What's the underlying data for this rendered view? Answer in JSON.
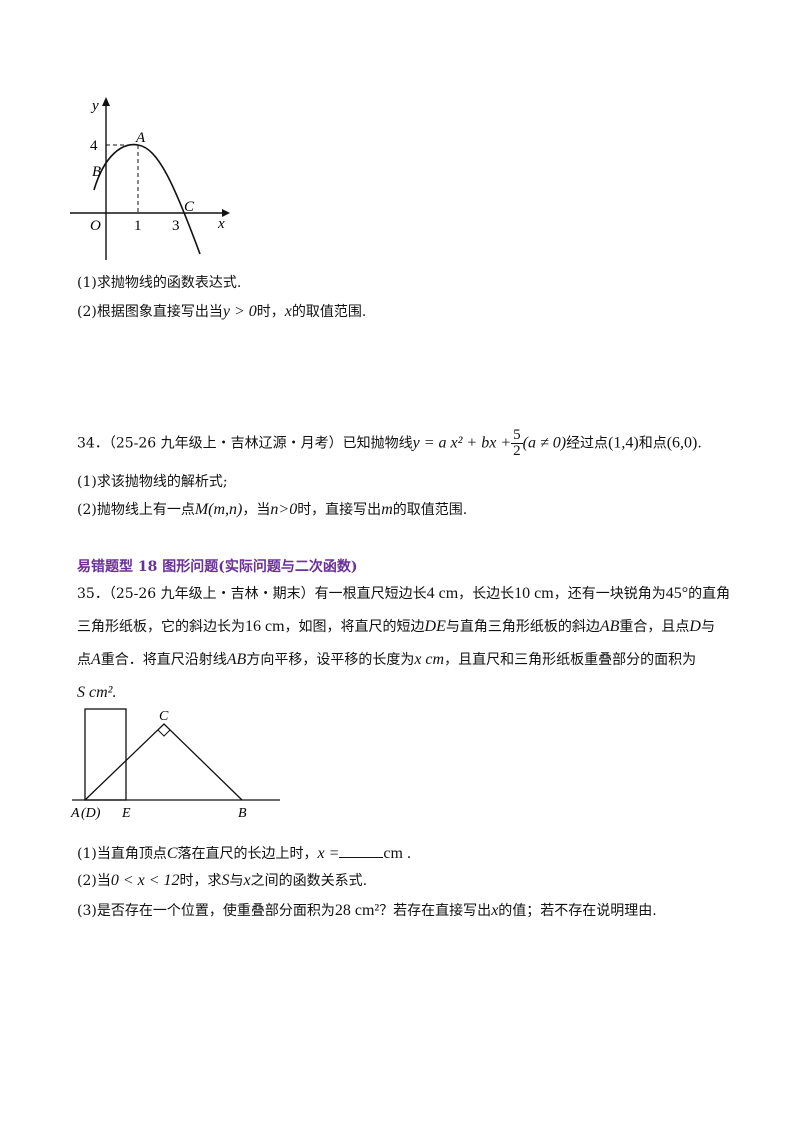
{
  "graph1": {
    "y_axis": "y",
    "x_axis": "x",
    "origin": "O",
    "point_a": "A",
    "point_b": "B",
    "point_c": "C",
    "tick_y4": "4",
    "tick_x1": "1",
    "tick_x3": "3"
  },
  "q33": {
    "part1": "(1)求抛物线的函数表达式.",
    "part2_pre": "(2)根据图象直接写出当",
    "part2_math": "y > 0",
    "part2_post": "时，",
    "part2_x": "x",
    "part2_end": "的取值范围."
  },
  "q34": {
    "prefix": "34．（25-26 九年级上・吉林辽源・月考）已知抛物线",
    "eq_pre": "y = a x² + bx +",
    "frac_num": "5",
    "frac_den": "2",
    "cond": "(a ≠ 0)",
    "mid": "经过点",
    "p1": "(1,4)",
    "and": "和点",
    "p2": "(6,0)",
    "end": ".",
    "part1": "(1)求该抛物线的解析式;",
    "part2_pre": "(2)抛物线上有一点",
    "part2_m": "M(m,n)",
    "part2_mid": "，当",
    "part2_cond": "n>0",
    "part2_mid2": "时，直接写出",
    "part2_var": "m",
    "part2_end": "的取值范围."
  },
  "heading": "易错题型 18  图形问题(实际问题与二次函数)",
  "q35": {
    "line1_a": "35．（25-26 九年级上・吉林・期末）有一根直尺短边长",
    "line1_v1": "4 cm",
    "line1_b": "，长边长",
    "line1_v2": "10 cm",
    "line1_c": "，还有一块锐角为",
    "line1_v3": "45°",
    "line1_d": "的直角",
    "line2_a": "三角形纸板，它的斜边长为",
    "line2_v1": "16 cm",
    "line2_b": "，如图，将直尺的短边",
    "line2_v2": "DE",
    "line2_c": "与直角三角形纸板的斜边",
    "line2_v3": "AB",
    "line2_d": "重合，且点",
    "line2_v4": "D",
    "line2_e": "与",
    "line3_a": "点",
    "line3_v1": "A",
    "line3_b": "重合．将直尺沿射线",
    "line3_v2": "AB",
    "line3_c": "方向平移，设平移的长度为",
    "line3_v3": "x cm",
    "line3_d": "，且直尺和三角形纸板重叠部分的面积为",
    "line4": "S cm²."
  },
  "graph2": {
    "label_a": "A",
    "label_d": "(D)",
    "label_e": "E",
    "label_b": "B",
    "label_c": "C"
  },
  "q35_parts": {
    "p1_a": "(1)当直角顶点",
    "p1_v": "C",
    "p1_b": "落在直尺的长边上时，",
    "p1_x": "x =",
    "p1_unit": "cm .",
    "p2_a": "(2)当",
    "p2_v": "0 < x < 12",
    "p2_b": "时，求",
    "p2_s": "S",
    "p2_c": "与",
    "p2_x": "x",
    "p2_d": "之间的函数关系式.",
    "p3_a": "(3)是否存在一个位置，使重叠部分面积为",
    "p3_v": "28 cm²",
    "p3_b": "？若存在直接写出",
    "p3_x": "x",
    "p3_c": "的值；若不存在说明理由."
  }
}
